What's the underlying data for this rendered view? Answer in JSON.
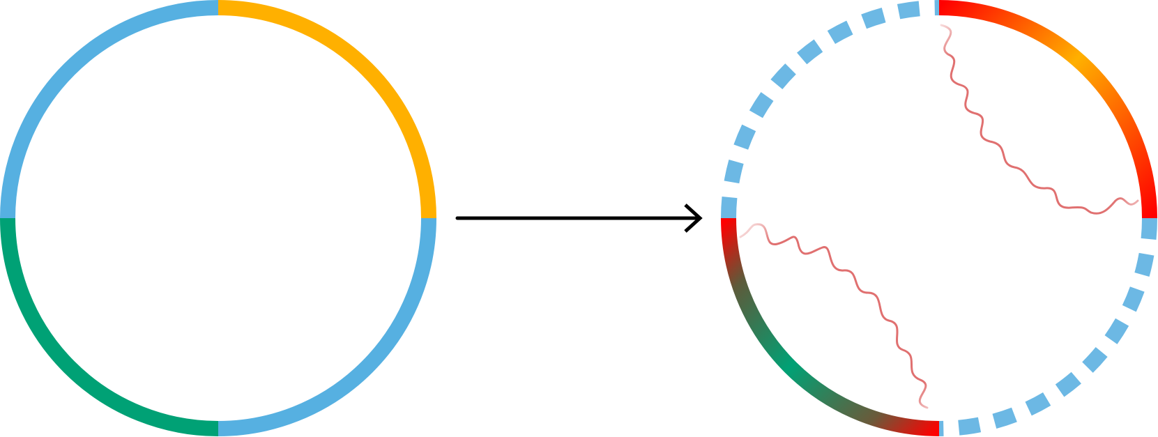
{
  "colors": {
    "background": "#ffffff",
    "blue": "#56b0e1",
    "blue_dashed": "#6cb8e4",
    "orange": "#ffb000",
    "green": "#00a175",
    "red": "#ff0000",
    "wave": "#e07070",
    "arrow": "#000000"
  },
  "left_circle": {
    "segments": [
      {
        "name": "top-left",
        "color_key": "blue"
      },
      {
        "name": "top-right",
        "color_key": "orange"
      },
      {
        "name": "bottom-right",
        "color_key": "blue"
      },
      {
        "name": "bottom-left",
        "color_key": "green"
      }
    ]
  },
  "right_circle": {
    "solid_arcs": [
      {
        "name": "top-right",
        "gradient_from": "red",
        "gradient_to": "orange"
      },
      {
        "name": "bottom-left",
        "gradient_from": "green",
        "gradient_to": "red"
      }
    ],
    "dashed_arcs": [
      {
        "name": "top-left",
        "color_key": "blue_dashed"
      },
      {
        "name": "bottom-right",
        "color_key": "blue_dashed"
      }
    ],
    "wavy_lines": [
      {
        "name": "upper-propagator",
        "color_key": "wave"
      },
      {
        "name": "lower-propagator",
        "color_key": "wave"
      }
    ]
  },
  "arrow": {
    "direction": "right",
    "color_key": "arrow"
  }
}
